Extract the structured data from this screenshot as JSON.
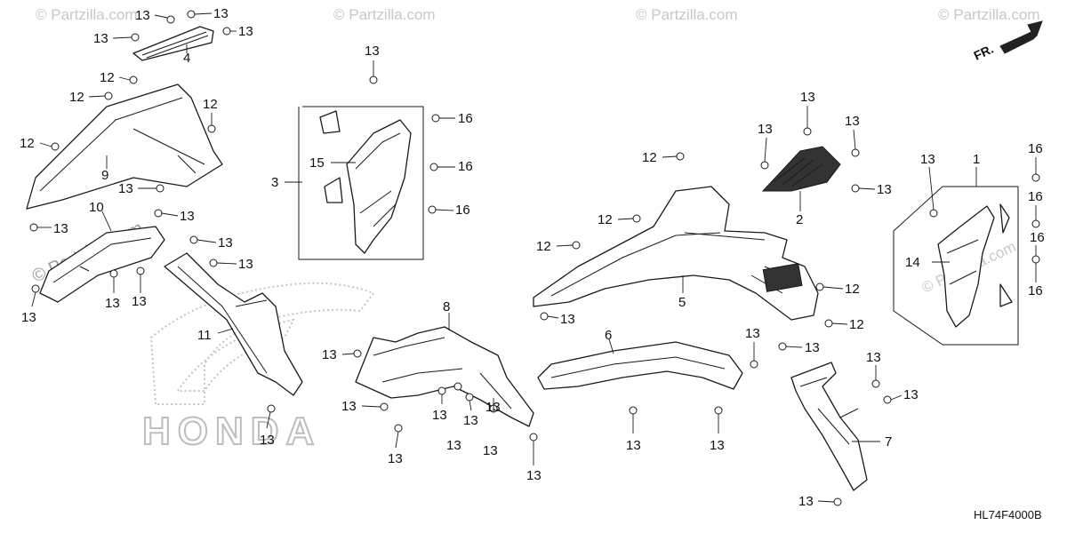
{
  "watermark": {
    "text": "© Partzilla.com"
  },
  "diagram_code": "HL74F4000B",
  "direction_label": "FR.",
  "brand_logo_text": "HONDA",
  "callouts": {
    "c1": "1",
    "c2": "2",
    "c3": "3",
    "c4": "4",
    "c5": "5",
    "c6": "6",
    "c7": "7",
    "c8": "8",
    "c9": "9",
    "c10": "10",
    "c11": "11",
    "c12": "12",
    "c13": "13",
    "c14": "14",
    "c15": "15",
    "c16": "16"
  }
}
